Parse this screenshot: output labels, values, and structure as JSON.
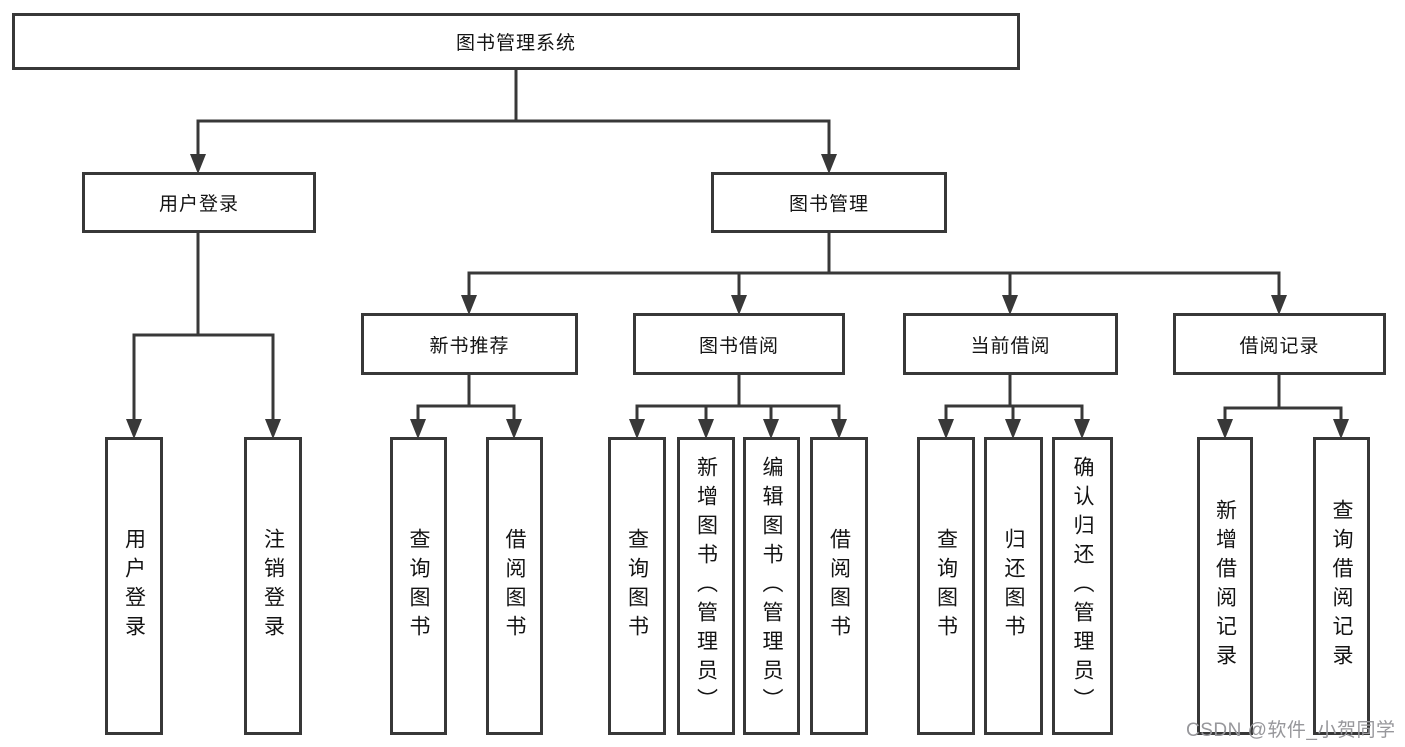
{
  "diagram": {
    "title": "图书管理系统",
    "level2": {
      "user_login": "用户登录",
      "book_management": "图书管理"
    },
    "level3": {
      "new_book_recommend": "新书推荐",
      "book_borrowing": "图书借阅",
      "current_borrowing": "当前借阅",
      "borrowing_records": "借阅记录"
    },
    "leaves": {
      "user_login": [
        "用户登录",
        "注销登录"
      ],
      "new_book_recommend": [
        "查询图书",
        "借阅图书"
      ],
      "book_borrowing": [
        "查询图书",
        "新增图书（管理员）",
        "编辑图书（管理员）",
        "借阅图书"
      ],
      "current_borrowing": [
        "查询图书",
        "归还图书",
        "确认归还（管理员）"
      ],
      "borrowing_records": [
        "新增借阅记录",
        "查询借阅记录"
      ]
    },
    "colors": {
      "line": "#383838",
      "text": "#141414",
      "background": "#ffffff"
    }
  },
  "watermark": {
    "text": "CSDN @软件_小贺同学",
    "color": "#97979b"
  }
}
